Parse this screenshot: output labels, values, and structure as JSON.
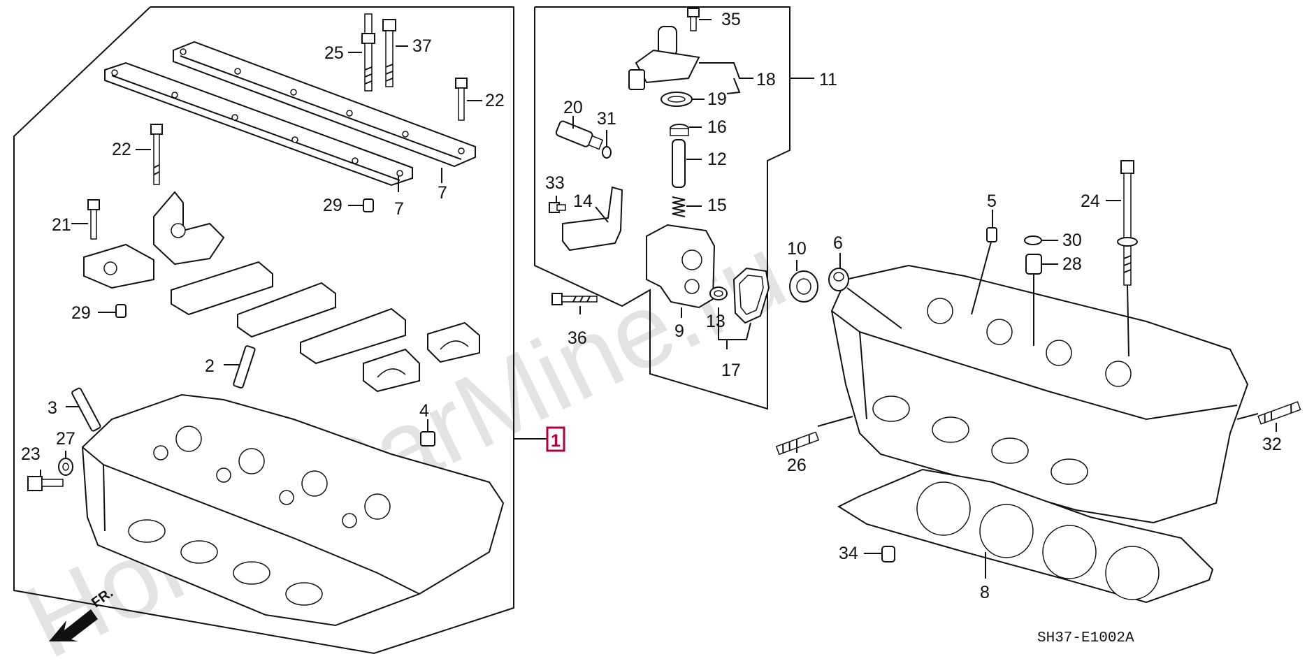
{
  "watermark": "HondaCarMine.ru",
  "diagram_code": "SH37-E1002A",
  "front_arrow_label": "FR.",
  "colors": {
    "ink": "#111111",
    "highlight_box": "#b3003c",
    "watermark": "#e3e3e3",
    "background": "#ffffff"
  },
  "callouts": {
    "c1": "1",
    "c2": "2",
    "c3": "3",
    "c4": "4",
    "c5": "5",
    "c6": "6",
    "c7a": "7",
    "c7b": "7",
    "c8": "8",
    "c9": "9",
    "c10": "10",
    "c11": "11",
    "c12": "12",
    "c13": "13",
    "c14": "14",
    "c15": "15",
    "c16": "16",
    "c17": "17",
    "c18": "18",
    "c19": "19",
    "c20": "20",
    "c21": "21",
    "c22a": "22",
    "c22b": "22",
    "c23": "23",
    "c24": "24",
    "c25": "25",
    "c26": "26",
    "c27": "27",
    "c28": "28",
    "c29a": "29",
    "c29b": "29",
    "c30": "30",
    "c31": "31",
    "c32": "32",
    "c33": "33",
    "c34": "34",
    "c35": "35",
    "c36": "36",
    "c37": "37"
  }
}
